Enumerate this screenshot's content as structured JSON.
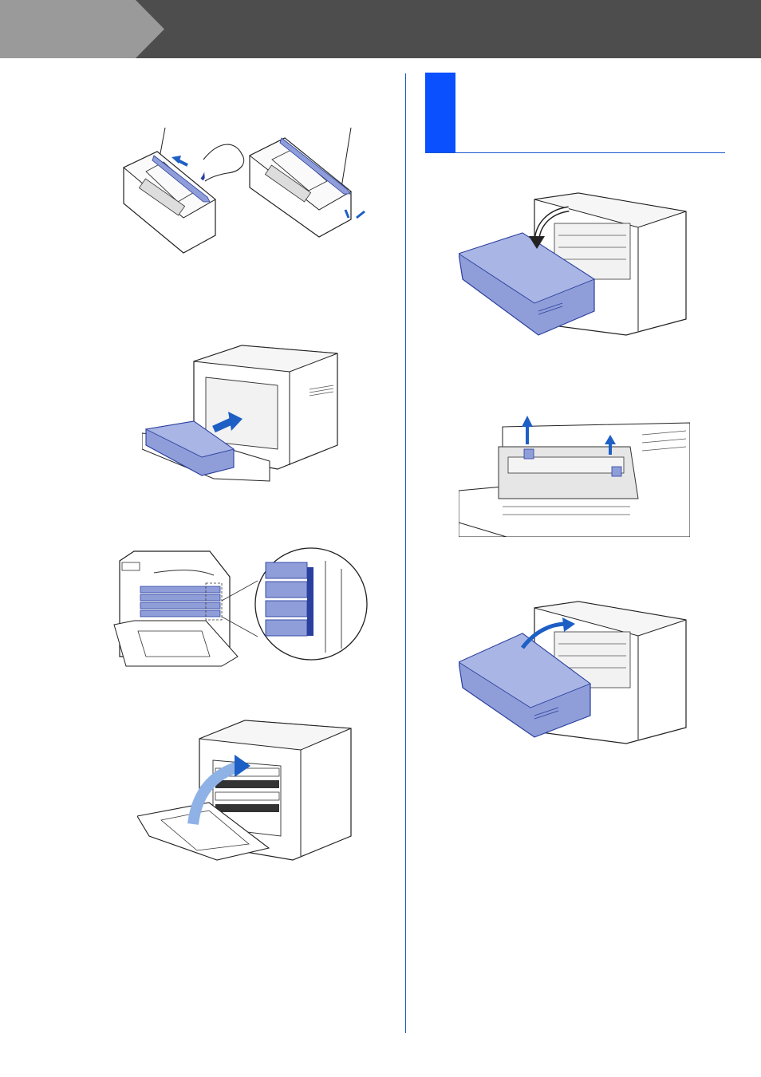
{
  "colors": {
    "header": "#4d4d4d",
    "header_tab": "#9a9a9a",
    "accent_blue": "#0a50ff",
    "rule_blue": "#1a56cc",
    "illustration_blue": "#8f9ed9",
    "illustration_dark_blue": "#2a3f9e",
    "arrow_blue": "#1d5fc4"
  },
  "illustrations": [
    "toner-cartridge-seal-removal",
    "toner-cartridge-insertion",
    "toner-cartridges-installed-detail",
    "front-cover-closing",
    "rear-cover-opening",
    "fuser-levers-lifting",
    "rear-cover-closing"
  ]
}
